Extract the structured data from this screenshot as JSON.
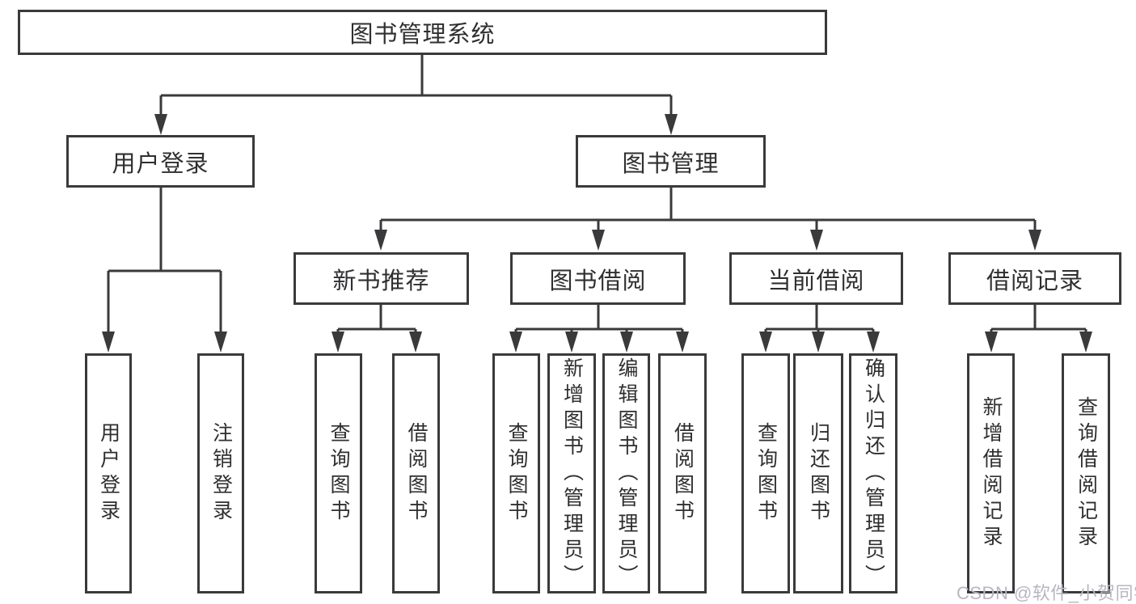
{
  "tree": {
    "root": {
      "label": "图书管理系统"
    },
    "login": {
      "label": "用户登录",
      "children": [
        {
          "label": "用户登录"
        },
        {
          "label": "注销登录"
        }
      ]
    },
    "mgmt": {
      "label": "图书管理",
      "groups": [
        {
          "label": "新书推荐",
          "children": [
            {
              "label": "查询图书"
            },
            {
              "label": "借阅图书"
            }
          ]
        },
        {
          "label": "图书借阅",
          "children": [
            {
              "label": "查询图书"
            },
            {
              "label": "新增图书（管理员）"
            },
            {
              "label": "编辑图书（管理员）"
            },
            {
              "label": "借阅图书"
            }
          ]
        },
        {
          "label": "当前借阅",
          "children": [
            {
              "label": "查询图书"
            },
            {
              "label": "归还图书"
            },
            {
              "label": "确认归还（管理员）"
            }
          ]
        },
        {
          "label": "借阅记录",
          "children": [
            {
              "label": "新增借阅记录"
            },
            {
              "label": "查询借阅记录"
            }
          ]
        }
      ]
    }
  },
  "watermark": {
    "text": "CSDN @软件_小贺同学"
  },
  "colors": {
    "line": "#3a3a3c",
    "text": "#2f2f31",
    "watermark": "#b6b7c2",
    "background": "#ffffff"
  }
}
